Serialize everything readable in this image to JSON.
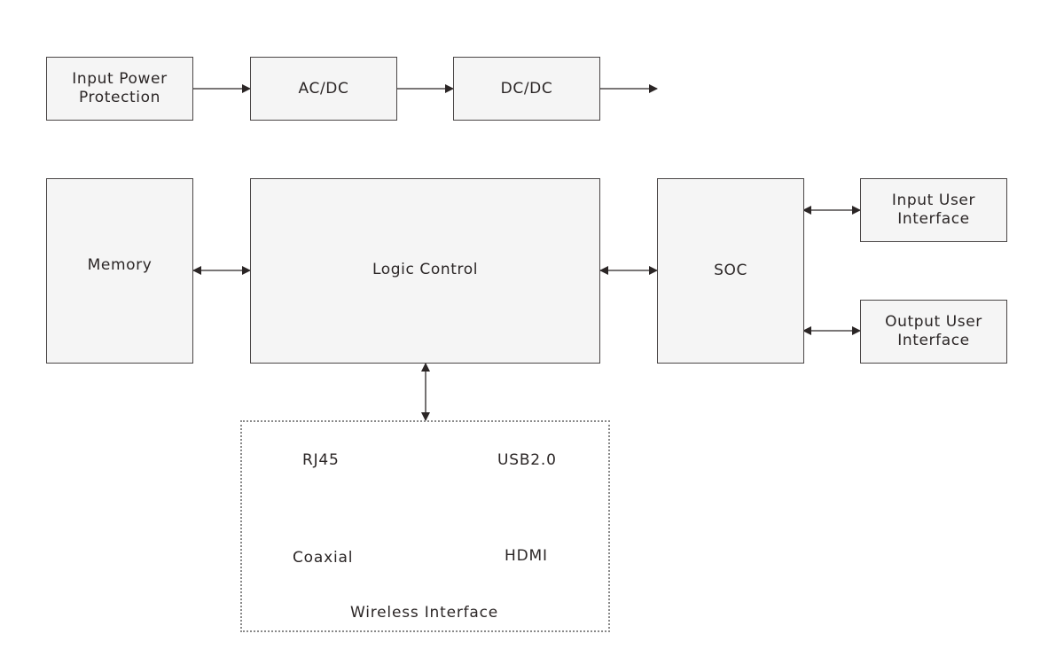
{
  "diagram": {
    "power_chain": [
      {
        "id": "input-power-protection",
        "label": "Input Power\nProtection"
      },
      {
        "id": "ac-dc",
        "label": "AC/DC"
      },
      {
        "id": "dc-dc",
        "label": "DC/DC"
      }
    ],
    "blocks": {
      "memory": "Memory",
      "logic_control": "Logic Control",
      "soc": "SOC",
      "input_user_interface": "Input User\nInterface",
      "output_user_interface": "Output User\nInterface"
    },
    "interfaces_group": {
      "title": "Wireless Interface",
      "items": [
        "RJ45",
        "USB2.0",
        "Coaxial",
        "HDMI"
      ]
    },
    "connections": [
      {
        "from": "Input Power Protection",
        "to": "AC/DC",
        "type": "one-way"
      },
      {
        "from": "AC/DC",
        "to": "DC/DC",
        "type": "one-way"
      },
      {
        "from": "DC/DC",
        "to": "output",
        "type": "one-way"
      },
      {
        "from": "Memory",
        "to": "Logic Control",
        "type": "bidirectional"
      },
      {
        "from": "Logic Control",
        "to": "SOC",
        "type": "bidirectional"
      },
      {
        "from": "SOC",
        "to": "Input User Interface",
        "type": "bidirectional"
      },
      {
        "from": "SOC",
        "to": "Output User Interface",
        "type": "bidirectional"
      },
      {
        "from": "Logic Control",
        "to": "Wireless Interface",
        "type": "bidirectional"
      }
    ],
    "colors": {
      "box_fill": "#f5f5f5",
      "stroke": "#4a4646",
      "text": "#2b2626"
    }
  }
}
